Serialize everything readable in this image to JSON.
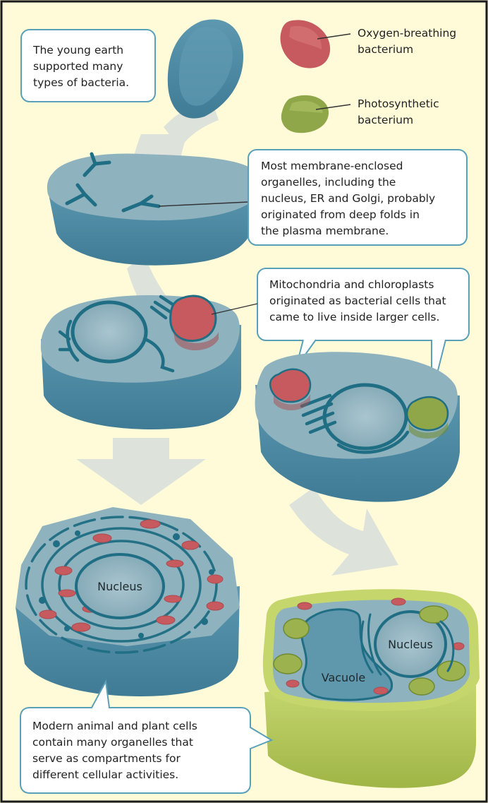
{
  "legend": {
    "oxygen_line1": "Oxygen-breathing",
    "oxygen_line2": "bacterium",
    "photo_line1": "Photosynthetic",
    "photo_line2": "bacterium"
  },
  "callouts": {
    "young_earth": [
      "The young earth",
      "supported many",
      "types of bacteria."
    ],
    "membrane": [
      "Most membrane-enclosed",
      "organelles, including the",
      "nucleus, ER and Golgi, probably",
      "originated from deep folds in",
      "the plasma membrane."
    ],
    "mito": [
      "Mitochondria and chloroplasts",
      "originated as bacterial cells that",
      "came to live inside larger cells."
    ],
    "modern": [
      "Modern animal and plant cells",
      "contain many organelles that",
      "serve as compartments for",
      "different cellular activities."
    ]
  },
  "cell_labels": {
    "animal_nucleus": "Nucleus",
    "plant_nucleus": "Nucleus",
    "vacuole": "Vacuole"
  },
  "colors": {
    "background": "#fffbd8",
    "frame": "#1a1a1a",
    "cell_top": "#8fb2bf",
    "cell_side": "#4a86a0",
    "organelle": "#1f6e84",
    "arrow": "#dde3db",
    "oxygen_bacterium": "#c65a5e",
    "photo_bacterium": "#8fa748",
    "plant_wall": "#b9cc5c",
    "callout_border": "#5aa0b8"
  }
}
